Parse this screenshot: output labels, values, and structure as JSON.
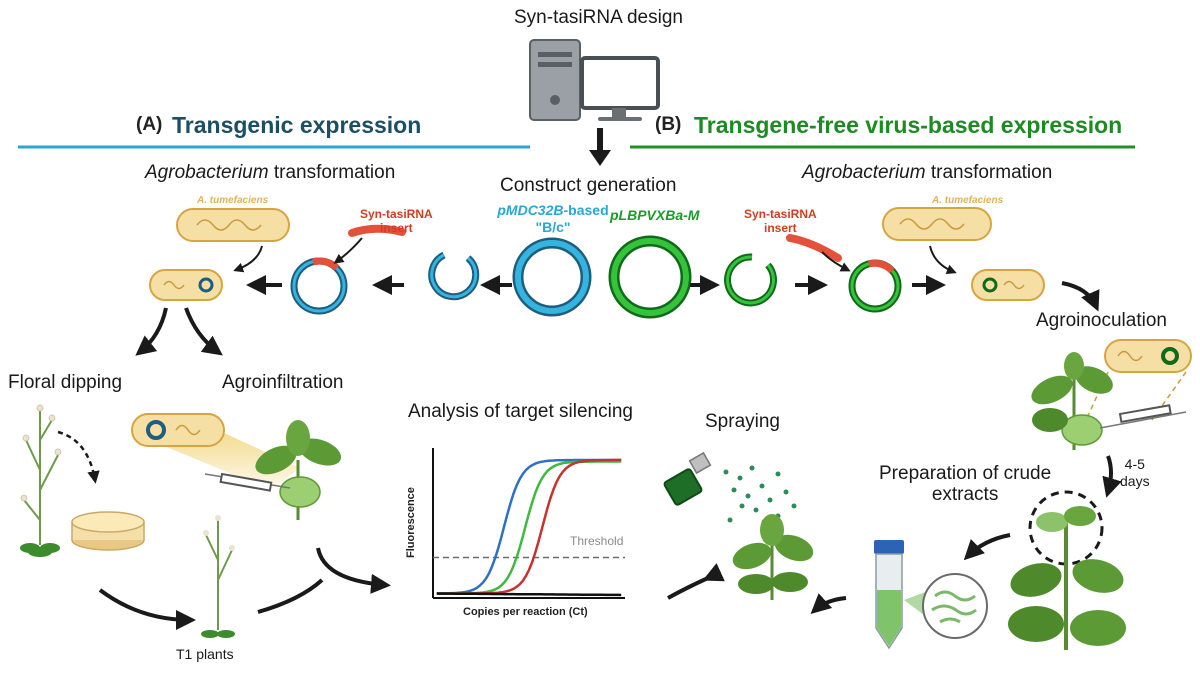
{
  "top": {
    "design_label": "Syn-tasiRNA design",
    "construct_label": "Construct generation"
  },
  "section_a": {
    "letter": "(A)",
    "title": "Transgenic expression"
  },
  "section_b": {
    "letter": "(B)",
    "title": "Transgene-free virus-based expression"
  },
  "left_transform": {
    "italic": "Agrobacterium",
    "rest": " transformation"
  },
  "right_transform": {
    "italic": "Agrobacterium",
    "rest": " transformation"
  },
  "bacteria": {
    "left_name": "A. tumefaciens",
    "right_name": "A. tumefaciens"
  },
  "inserts": {
    "left": "Syn-tasiRNA\ninsert",
    "right": "Syn-tasiRNA\ninsert"
  },
  "vectors": {
    "blue_italic": "pMDC32B",
    "blue_rest": "-based",
    "blue_line2": "\"B/c\"",
    "green": "pLBPVXBa-M"
  },
  "steps": {
    "floral_dipping": "Floral dipping",
    "agroinfiltration": "Agroinfiltration",
    "t1_plants": "T1 plants",
    "analysis": "Analysis of target silencing",
    "spraying": "Spraying",
    "agroinoculation": "Agroinoculation",
    "crude_extracts": "Preparation of crude\nextracts",
    "days": "4-5\ndays"
  },
  "chart_data": {
    "type": "line",
    "xlabel": "Copies per reaction (Ct)",
    "ylabel": "Fluorescence",
    "threshold_label": "Threshold",
    "threshold": 0.27,
    "grid": false,
    "series": [
      {
        "color": "#2f6fc4",
        "midpoint": 0.37,
        "plateau": 0.92
      },
      {
        "color": "#3fb93f",
        "midpoint": 0.48,
        "plateau": 0.91
      },
      {
        "color": "#c4332e",
        "midpoint": 0.57,
        "plateau": 0.92
      },
      {
        "color": "#111111",
        "midpoint": null,
        "plateau": 0.02
      }
    ]
  },
  "colors": {
    "blue_accent": "#2aa6d6",
    "green_accent": "#1f8f26",
    "insert_red": "#e4513a"
  }
}
